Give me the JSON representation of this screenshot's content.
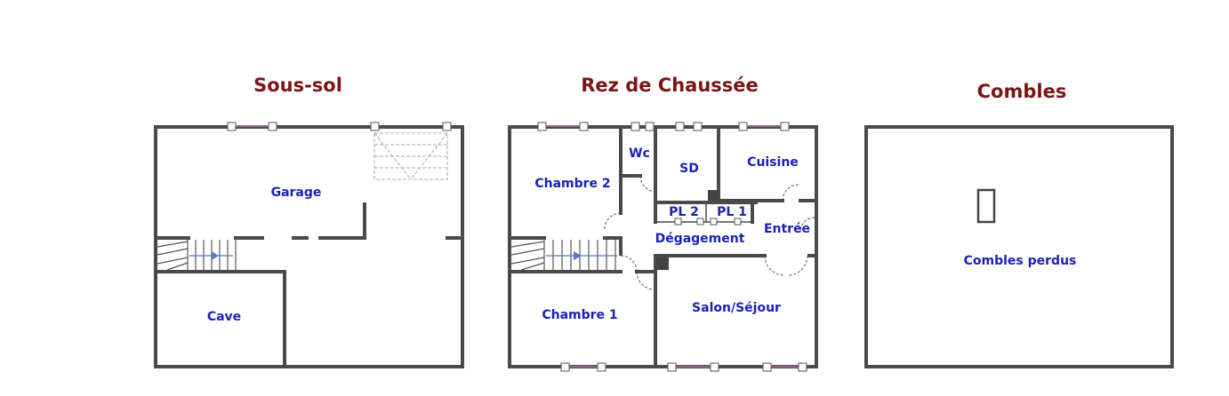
{
  "colors": {
    "title": "#7a1616",
    "room_label": "#1a22b8",
    "wall": "#4a4a4a",
    "window_glass": "#b070b0",
    "arrow": "#5577cc"
  },
  "levels": [
    {
      "id": "sous-sol",
      "title": "Sous-sol",
      "rooms": [
        {
          "id": "garage",
          "label": "Garage"
        },
        {
          "id": "cave",
          "label": "Cave"
        }
      ]
    },
    {
      "id": "rdc",
      "title": "Rez de Chaussée",
      "rooms": [
        {
          "id": "chambre-2",
          "label": "Chambre 2"
        },
        {
          "id": "wc",
          "label": "Wc"
        },
        {
          "id": "sd",
          "label": "SD"
        },
        {
          "id": "cuisine",
          "label": "Cuisine"
        },
        {
          "id": "pl2",
          "label": "PL 2"
        },
        {
          "id": "pl1",
          "label": "PL 1"
        },
        {
          "id": "degagement",
          "label": "Dégagement"
        },
        {
          "id": "entree",
          "label": "Entrée"
        },
        {
          "id": "chambre-1",
          "label": "Chambre 1"
        },
        {
          "id": "salon",
          "label": "Salon/Séjour"
        }
      ]
    },
    {
      "id": "combles",
      "title": "Combles",
      "rooms": [
        {
          "id": "combles-perdus",
          "label": "Combles perdus"
        }
      ]
    }
  ]
}
